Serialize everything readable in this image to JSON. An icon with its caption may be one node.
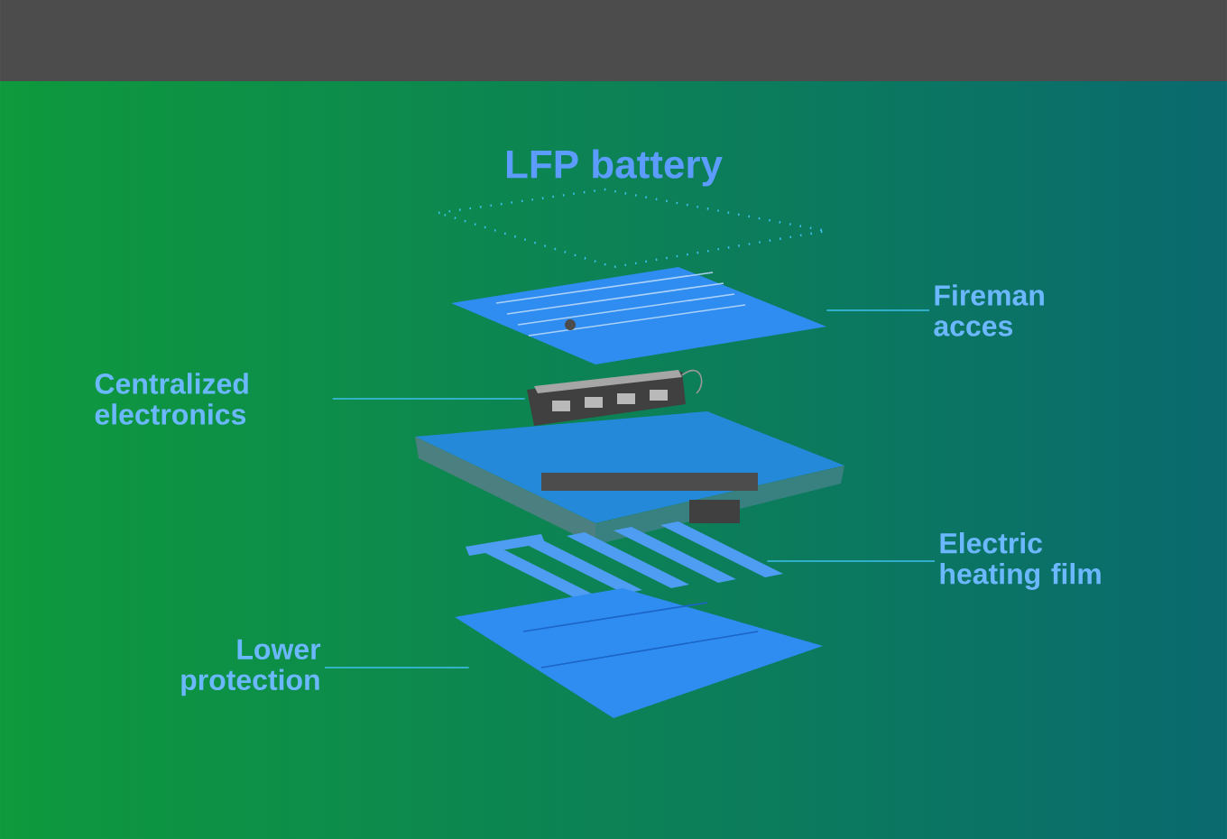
{
  "diagram": {
    "title": "LFP battery",
    "nodes": [
      {
        "text": [
          "Fireman acces"
        ]
      },
      {
        "text": [],
        "shape": "picture"
      },
      {
        "text": [
          "Centralized electronics"
        ]
      },
      {
        "text": [],
        "shape": "picture"
      },
      {
        "text": [
          "Electric heating film"
        ]
      },
      {
        "text": [],
        "shape": "picture"
      },
      {
        "text": [
          "Lower protection"
        ]
      },
      {
        "text": [],
        "shape": "picture"
      }
    ],
    "edges": [
      {
        "from": 0,
        "to": 1,
        "arrow": "none"
      },
      {
        "from": 2,
        "to": 3,
        "arrow": "none"
      },
      {
        "from": 4,
        "to": 5,
        "arrow": "none"
      },
      {
        "from": 6,
        "to": 7,
        "arrow": "none"
      }
    ]
  }
}
